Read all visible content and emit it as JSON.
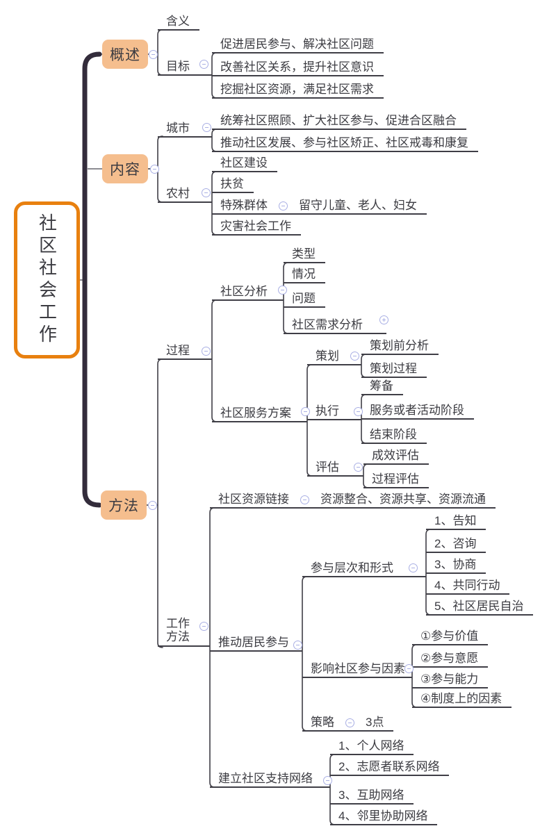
{
  "colors": {
    "root_border": "#E8800F",
    "branch_fill": "#F5BE8E",
    "line": "#3F3E46",
    "trunk": "#332C3B",
    "toggle": "#A9AFE4",
    "text": "#3B3B41"
  },
  "mm": {
    "root": "社区社会工作",
    "overview": {
      "label": "概述",
      "meaning": "含义",
      "goal": {
        "label": "目标",
        "items": [
          "促进居民参与、解决社区问题",
          "改善社区关系，提升社区意识",
          "挖掘社区资源，满足社区需求"
        ]
      }
    },
    "content": {
      "label": "内容",
      "city": {
        "label": "城市",
        "items": [
          "统筹社区照顾、扩大社区参与、促进合区融合",
          "推动社区发展、参与社区矫正、社区戒毒和康复"
        ]
      },
      "rural": {
        "label": "农村",
        "construction": "社区建设",
        "poverty": "扶贫",
        "special": {
          "label": "特殊群体",
          "detail": "留守儿童、老人、妇女"
        },
        "disaster": "灾害社会工作"
      }
    },
    "method": {
      "label": "方法",
      "process": {
        "label": "过程",
        "analysis": {
          "label": "社区分析",
          "items": [
            "类型",
            "情况",
            "问题",
            "社区需求分析"
          ]
        },
        "plan": {
          "label": "社区服务方案",
          "planning": {
            "label": "策划",
            "items": [
              "策划前分析",
              "策划过程"
            ]
          },
          "execution": {
            "label": "执行",
            "items": [
              "筹备",
              "服务或者活动阶段",
              "结束阶段"
            ]
          },
          "evaluation": {
            "label": "评估",
            "items": [
              "成效评估",
              "过程评估"
            ]
          }
        }
      },
      "work": {
        "label": "工作方法",
        "resource": {
          "label": "社区资源链接",
          "detail": "资源整合、资源共享、资源流通"
        },
        "participation": {
          "label": "推动居民参与",
          "levels": {
            "label": "参与层次和形式",
            "items": [
              "1、告知",
              "2、咨询",
              "3、协商",
              "4、共同行动",
              "5、社区居民自治"
            ]
          },
          "factors": {
            "label": "影响社区参与因素",
            "items": [
              "①参与价值",
              "②参与意愿",
              "③参与能力",
              "④制度上的因素"
            ]
          },
          "strategy": {
            "label": "策略",
            "detail": "3点"
          }
        },
        "network": {
          "label": "建立社区支持网络",
          "items": [
            "1、个人网络",
            "2、志愿者联系网络",
            "3、互助网络",
            "4、邻里协助网络"
          ]
        }
      }
    }
  }
}
